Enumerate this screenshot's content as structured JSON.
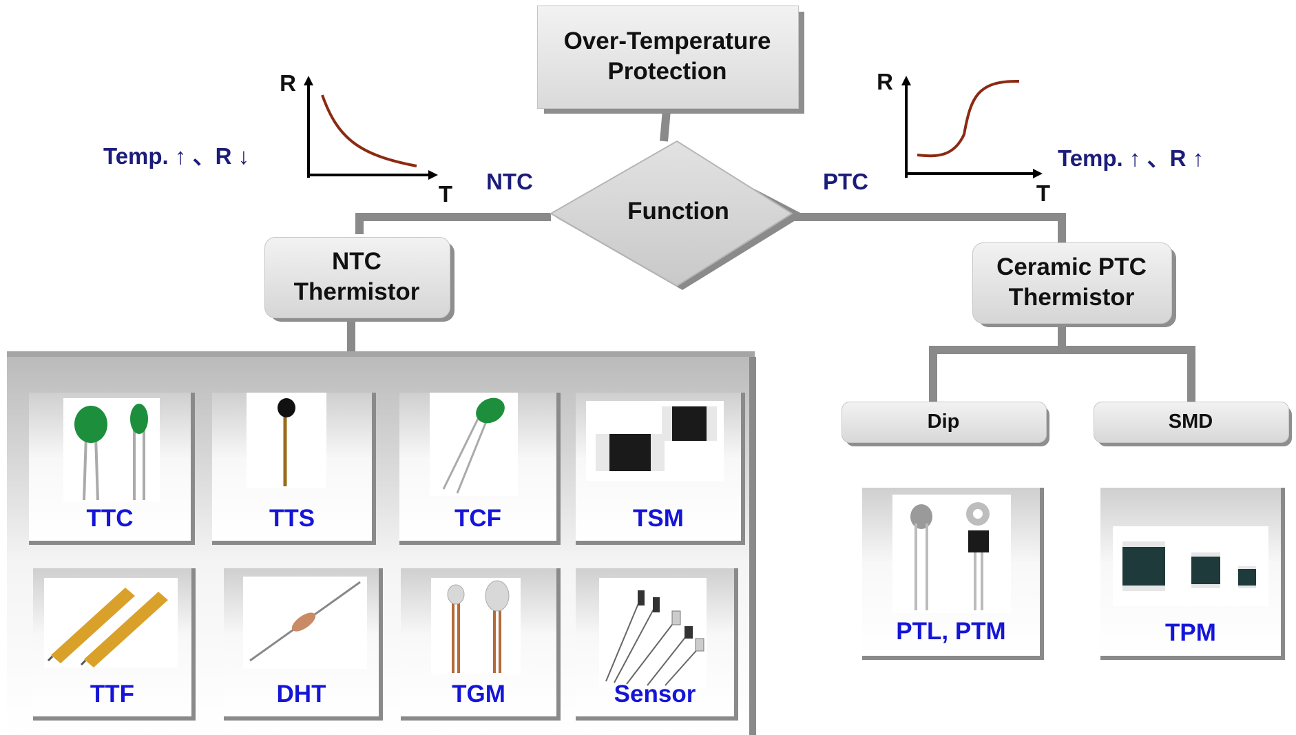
{
  "top_box": "Over-Temperature\nProtection",
  "function_label": "Function",
  "ntc_branch_label": "NTC",
  "ptc_branch_label": "PTC",
  "ntc_box": "NTC\nThermistor",
  "ptc_box": "Ceramic PTC\nThermistor",
  "ntc_graph": {
    "y_axis": "R",
    "x_axis": "T",
    "relation": "Temp. ↑ 、R ↓"
  },
  "ptc_graph": {
    "y_axis": "R",
    "x_axis": "T",
    "relation": "Temp. ↑ 、R ↑"
  },
  "dip_box": "Dip",
  "smd_box": "SMD",
  "ntc_products": [
    {
      "label": "TTC",
      "icon": "green-disc-thermistor-icon"
    },
    {
      "label": "TTS",
      "icon": "black-bead-thermistor-icon"
    },
    {
      "label": "TCF",
      "icon": "green-lead-thermistor-icon"
    },
    {
      "label": "TSM",
      "icon": "smd-chip-icon"
    },
    {
      "label": "TTF",
      "icon": "film-thermistor-icon"
    },
    {
      "label": "DHT",
      "icon": "glass-diode-thermistor-icon"
    },
    {
      "label": "TGM",
      "icon": "glass-bead-thermistor-icon"
    },
    {
      "label": "Sensor",
      "icon": "sensor-probe-icon"
    }
  ],
  "ptc_products": [
    {
      "label": "PTL, PTM",
      "icon": "ring-lug-ptc-icon"
    },
    {
      "label": "TPM",
      "icon": "smd-ptc-chip-icon"
    }
  ],
  "colors": {
    "curve": "#8b2a12",
    "product_label": "#1515d8",
    "relation_text": "#1c1c7a",
    "connector": "#8a8a8a",
    "box_fill": "#e4e4e4"
  }
}
